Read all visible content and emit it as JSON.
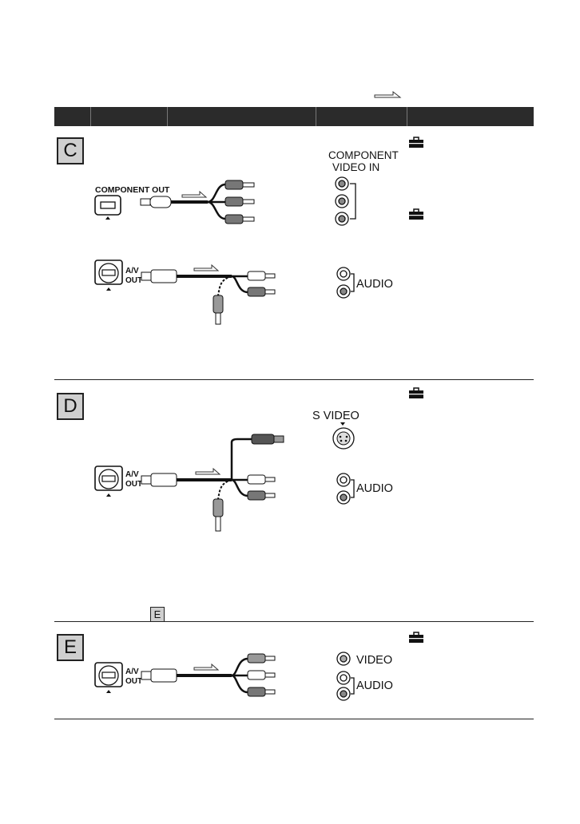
{
  "sections": {
    "c": {
      "letter": "C",
      "jack1_label": "COMPONENT OUT",
      "tv_component_line1": "COMPONENT",
      "tv_component_line2": "VIDEO IN",
      "jack2_label_a": "A/V",
      "jack2_label_b": "OUT",
      "tv_audio": "AUDIO"
    },
    "d": {
      "letter": "D",
      "tv_svideo": "S VIDEO",
      "jack_label_a": "A/V",
      "jack_label_b": "OUT",
      "tv_audio": "AUDIO",
      "ref_letter": "E"
    },
    "e": {
      "letter": "E",
      "jack_label_a": "A/V",
      "jack_label_b": "OUT",
      "tv_video": "VIDEO",
      "tv_audio": "AUDIO"
    }
  },
  "icons": [
    "direction-arrow-icon",
    "toolbox-icon",
    "component-jack-icon",
    "av-jack-icon",
    "rca-plug-icon",
    "s-video-plug-icon",
    "tv-rca-jack-icon",
    "s-video-jack-icon"
  ]
}
